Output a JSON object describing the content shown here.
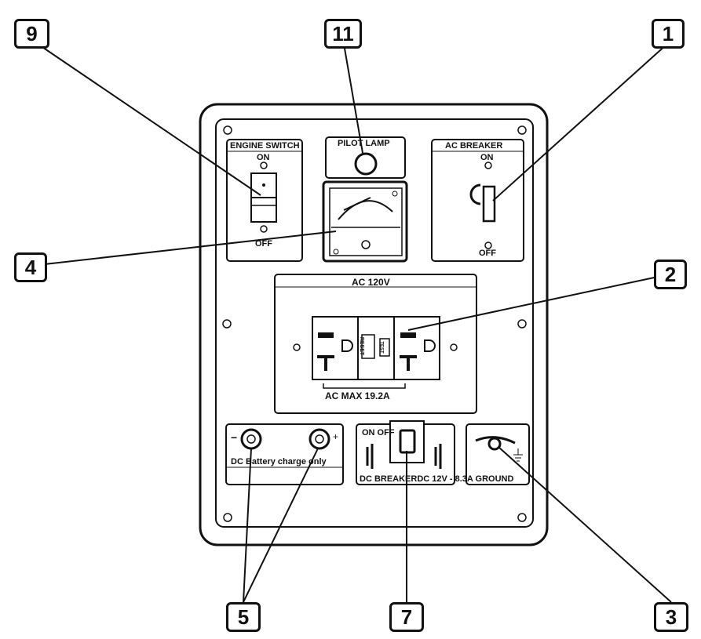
{
  "callouts": [
    "9",
    "11",
    "1",
    "4",
    "2",
    "5",
    "7",
    "3"
  ],
  "panel_labels": {
    "engine_switch": "ENGINE SWITCH",
    "engine_on": "ON",
    "engine_off": "OFF",
    "pilot_lamp": "PILOT LAMP",
    "ac_breaker": "AC BREAKER",
    "ac_breaker_on": "ON",
    "ac_breaker_off": "OFF",
    "ac_120v": "AC 120V",
    "ac_max": "AC MAX 19.2A",
    "reset": "RESET",
    "test": "TEST",
    "dc_battery": "DC Battery charge only",
    "dc_minus": "−",
    "dc_plus": "+",
    "dc_breaker_onoff": "ON OFF",
    "dc_breaker_label": "DC BREAKERDC 12V - 8.3A GROUND"
  },
  "colors": {
    "line": "#111111",
    "panel": "#ffffff",
    "shade": "#e6e6e6"
  }
}
